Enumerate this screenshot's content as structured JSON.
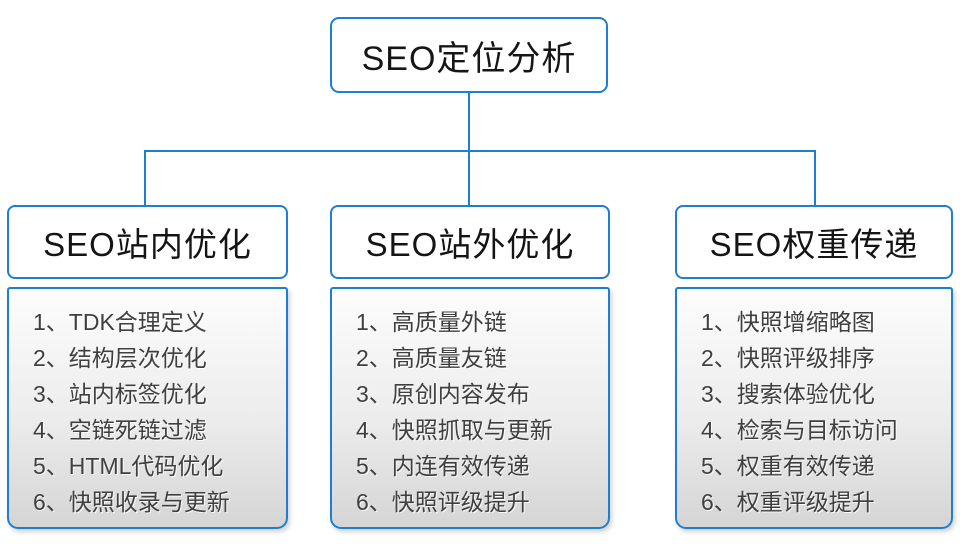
{
  "root": {
    "title": "SEO定位分析"
  },
  "columns": [
    {
      "title": "SEO站内优化",
      "items": [
        "1、TDK合理定义",
        "2、结构层次优化",
        "3、站内标签优化",
        "4、空链死链过滤",
        "5、HTML代码优化",
        "6、快照收录与更新"
      ]
    },
    {
      "title": "SEO站外优化",
      "items": [
        "1、高质量外链",
        "2、高质量友链",
        "3、原创内容发布",
        "4、快照抓取与更新",
        "5、内连有效传递",
        "6、快照评级提升"
      ]
    },
    {
      "title": "SEO权重传递",
      "items": [
        "1、快照增缩略图",
        "2、快照评级排序",
        "3、搜索体验优化",
        "4、检索与目标访问",
        "5、权重有效传递",
        "6、权重评级提升"
      ]
    }
  ],
  "colors": {
    "accent_blue": "#1d7fd1",
    "header_text": "#141414",
    "list_text": "#3f3f3f",
    "list_bg_top": "#fdfdfd",
    "list_bg_bottom": "#d5d5d5"
  }
}
